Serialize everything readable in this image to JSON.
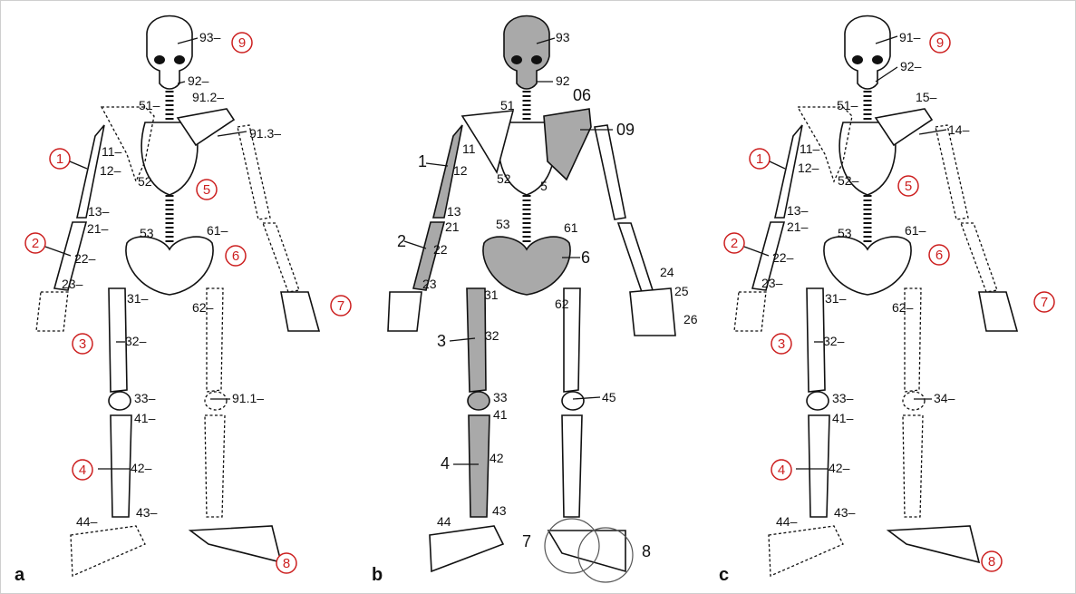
{
  "panels": [
    {
      "letter": "a",
      "regions": [
        "1",
        "2",
        "3",
        "4",
        "5",
        "6",
        "7",
        "8",
        "9"
      ],
      "codes": [
        "93–",
        "92–",
        "51–",
        "91.2–",
        "91.3–",
        "11–",
        "12–",
        "52",
        "13–",
        "21–",
        "22–",
        "23–",
        "53",
        "61–",
        "31–",
        "62–",
        "32–",
        "33–",
        "91.1–",
        "41–",
        "42–",
        "43–",
        "44–"
      ]
    },
    {
      "letter": "b",
      "codes": [
        "93",
        "92",
        "51",
        "06",
        "09",
        "11",
        "12",
        "1",
        "52",
        "5",
        "13",
        "21",
        "2",
        "22",
        "23",
        "53",
        "61",
        "6",
        "31",
        "62",
        "24",
        "25",
        "26",
        "3",
        "32",
        "33",
        "41",
        "45",
        "4",
        "42",
        "43",
        "44",
        "7",
        "8"
      ]
    },
    {
      "letter": "c",
      "regions": [
        "1",
        "2",
        "3",
        "4",
        "5",
        "6",
        "7",
        "8",
        "9"
      ],
      "codes": [
        "91–",
        "92–",
        "51–",
        "15–",
        "14–",
        "11–",
        "12–",
        "52–",
        "13–",
        "21–",
        "22–",
        "23–",
        "53",
        "61–",
        "31–",
        "62–",
        "32–",
        "33–",
        "34–",
        "41–",
        "42–",
        "43–",
        "44–"
      ]
    }
  ],
  "colors": {
    "region_circle": "#cc1f1f",
    "shaded_bone": "#a9a9a9",
    "frame": "#cfcfcf"
  }
}
